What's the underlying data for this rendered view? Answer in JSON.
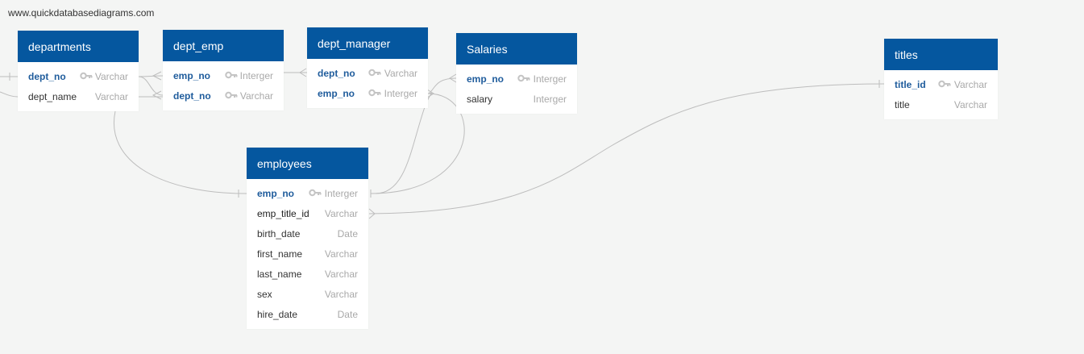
{
  "watermark": "www.quickdatabasediagrams.com",
  "tables": {
    "departments": {
      "title": "departments",
      "rows": [
        {
          "name": "dept_no",
          "type": "Varchar"
        },
        {
          "name": "dept_name",
          "type": "Varchar"
        }
      ]
    },
    "dept_emp": {
      "title": "dept_emp",
      "rows": [
        {
          "name": "emp_no",
          "type": "Interger"
        },
        {
          "name": "dept_no",
          "type": "Varchar"
        }
      ]
    },
    "dept_manager": {
      "title": "dept_manager",
      "rows": [
        {
          "name": "dept_no",
          "type": "Varchar"
        },
        {
          "name": "emp_no",
          "type": "Interger"
        }
      ]
    },
    "salaries": {
      "title": "Salaries",
      "rows": [
        {
          "name": "emp_no",
          "type": "Interger"
        },
        {
          "name": "salary",
          "type": "Interger"
        }
      ]
    },
    "titles": {
      "title": "titles",
      "rows": [
        {
          "name": "title_id",
          "type": "Varchar"
        },
        {
          "name": "title",
          "type": "Varchar"
        }
      ]
    },
    "employees": {
      "title": "employees",
      "rows": [
        {
          "name": "emp_no",
          "type": "Interger"
        },
        {
          "name": "emp_title_id",
          "type": "Varchar"
        },
        {
          "name": "birth_date",
          "type": "Date"
        },
        {
          "name": "first_name",
          "type": "Varchar"
        },
        {
          "name": "last_name",
          "type": "Varchar"
        },
        {
          "name": "sex",
          "type": "Varchar"
        },
        {
          "name": "hire_date",
          "type": "Date"
        }
      ]
    }
  },
  "colors": {
    "header": "#05579f",
    "key_text": "#1f5c9c",
    "type_text": "#a9a9a9",
    "line": "#bdbdbd"
  },
  "icons": {
    "primary_key": "key-icon"
  }
}
